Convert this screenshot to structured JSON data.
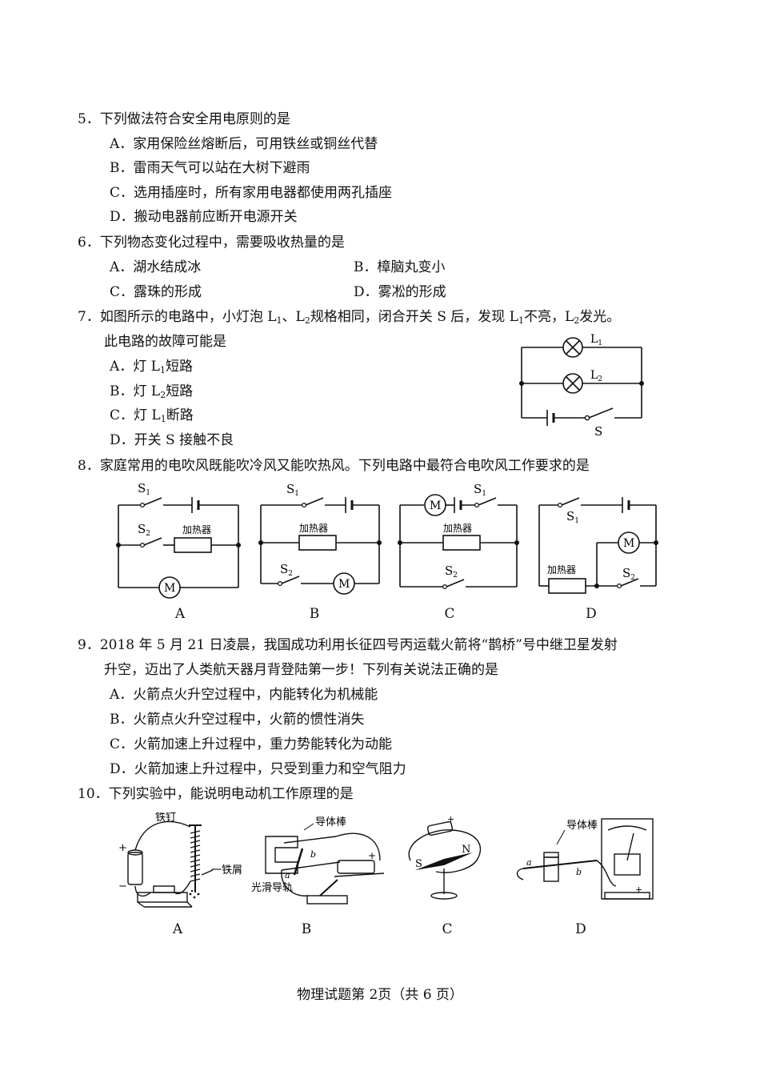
{
  "q5": {
    "stem": "5．下列做法符合安全用电原则的是",
    "a": "A．家用保险丝熔断后，可用铁丝或铜丝代替",
    "b": "B．雷雨天气可以站在大树下避雨",
    "c": "C．选用插座时，所有家用电器都使用两孔插座",
    "d": "D．搬动电器前应断开电源开关"
  },
  "q6": {
    "stem": "6．下列物态变化过程中，需要吸收热量的是",
    "a": "A．湖水结成冰",
    "b": "B．樟脑丸变小",
    "c": "C．露珠的形成",
    "d": "D．雾凇的形成"
  },
  "q7": {
    "stem_pre": "7．如图所示的电路中，小灯泡 L",
    "stem_mid1": "、L",
    "stem_mid2": "规格相同，闭合开关 S 后，发现 L",
    "stem_mid3": "不亮，L",
    "stem_end": "发光。",
    "sub1": "1",
    "sub2": "2",
    "stem2": "此电路的故障可能是",
    "a_pre": "A．灯 L",
    "a_post": "短路",
    "b_pre": "B．灯 L",
    "b_post": "短路",
    "c_pre": "C．灯 L",
    "c_post": "断路",
    "d": "D．开关 S 接触不良",
    "fig": {
      "l1": "L",
      "l2": "L",
      "s": "S"
    }
  },
  "q8": {
    "stem": "8．家庭常用的电吹风既能吹冷风又能吹热风。下列电路中最符合电吹风工作要求的是",
    "heater": "加热器",
    "motor": "M",
    "s": "S",
    "captions": [
      "A",
      "B",
      "C",
      "D"
    ]
  },
  "q9": {
    "stem": "9．2018 年 5 月 21 日凌晨，我国成功利用长征四号丙运载火箭将“鹊桥”号中继卫星发射",
    "stem2": "升空，迈出了人类航天器月背登陆第一步！下列有关说法正确的是",
    "a": "A．火箭点火升空过程中，内能转化为机械能",
    "b": "B．火箭点火升空过程中，火箭的惯性消失",
    "c": "C．火箭加速上升过程中，重力势能转化为动能",
    "d": "D．火箭加速上升过程中，只受到重力和空气阻力"
  },
  "q10": {
    "stem": "10．下列实验中，能说明电动机工作原理的是",
    "labels": {
      "nail": "铁钉",
      "filings": "铁屑",
      "rod": "导体棒",
      "rail": "光滑导轨",
      "rod2": "导体棒",
      "n": "N",
      "s": "S",
      "a": "a",
      "b": "b"
    },
    "captions": [
      "A",
      "B",
      "C",
      "D"
    ]
  },
  "footer": "物理试题第 2页（共 6 页）"
}
